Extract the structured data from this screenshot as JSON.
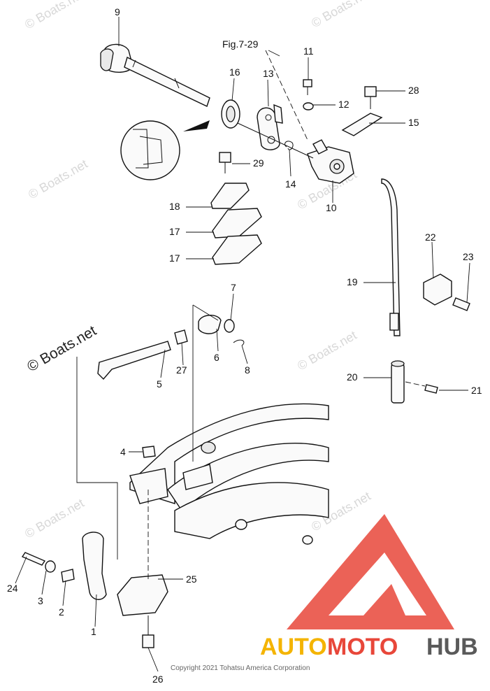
{
  "figure_ref": "Fig.7-29",
  "copyright": "Copyright 2021 Tohatsu America Corporation",
  "watermark_main": "© Boats.net",
  "watermark_faint": "© Boats.net",
  "brand": {
    "part1": "AUTO",
    "part2": "MOTO",
    "part3": "HUB",
    "color_red": "#e8473a",
    "color_yellow": "#f4b400",
    "color_gray": "#5a5a5a"
  },
  "callouts": {
    "c1": "1",
    "c2": "2",
    "c3": "3",
    "c4": "4",
    "c5": "5",
    "c6": "6",
    "c7": "7",
    "c8": "8",
    "c9": "9",
    "c10": "10",
    "c11": "11",
    "c12": "12",
    "c13": "13",
    "c14": "14",
    "c15": "15",
    "c16": "16",
    "c17a": "17",
    "c17b": "17",
    "c18": "18",
    "c19": "19",
    "c20": "20",
    "c21": "21",
    "c22": "22",
    "c23": "23",
    "c24": "24",
    "c25": "25",
    "c26": "26",
    "c27": "27",
    "c28": "28",
    "c29": "29"
  }
}
